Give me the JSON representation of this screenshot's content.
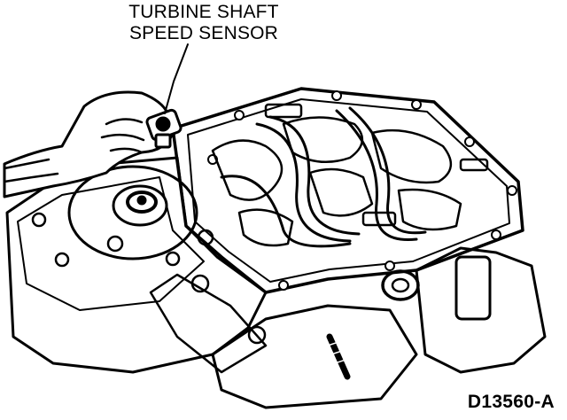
{
  "diagram": {
    "callout": {
      "line1": "TURBINE SHAFT",
      "line2": "SPEED SENSOR"
    },
    "figure_id": "D13560-A"
  },
  "colors": {
    "ink": "#000000",
    "paper": "#ffffff"
  }
}
